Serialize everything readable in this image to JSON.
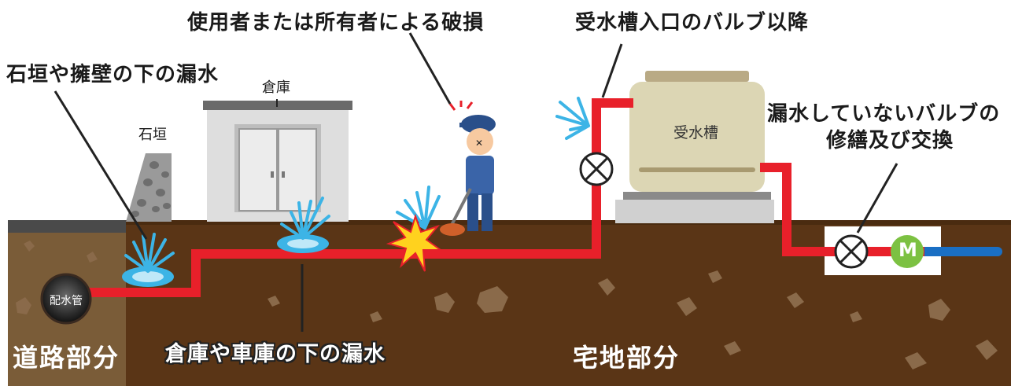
{
  "labels": {
    "damage_by_user": "使用者または所有者による破損",
    "after_tank_valve": "受水槽入口のバルブ以降",
    "stone_wall_leak": "石垣や擁壁の下の漏水",
    "storehouse": "倉庫",
    "stone_wall": "石垣",
    "water_tank": "受水槽",
    "valve_repair_line1": "漏水していないバルブの",
    "valve_repair_line2": "修繕及び交換",
    "distribution_pipe": "配水管",
    "road_section": "道路部分",
    "storage_leak": "倉庫や車庫の下の漏水",
    "residential_section": "宅地部分",
    "meter_symbol": "M"
  },
  "colors": {
    "pipe_red": "#e8202a",
    "pipe_blue": "#1a6fc4",
    "soil": "#5a3516",
    "road_soil": "#7a5c38",
    "tank": "#dcd6b4",
    "meter_green": "#7cc142",
    "water": "#3cb4e6"
  },
  "icons": [
    "water-spray-icon",
    "valve-icon",
    "meter-icon",
    "spark-icon",
    "worker-icon",
    "storehouse-icon",
    "stone-wall-icon",
    "water-tank-icon"
  ]
}
